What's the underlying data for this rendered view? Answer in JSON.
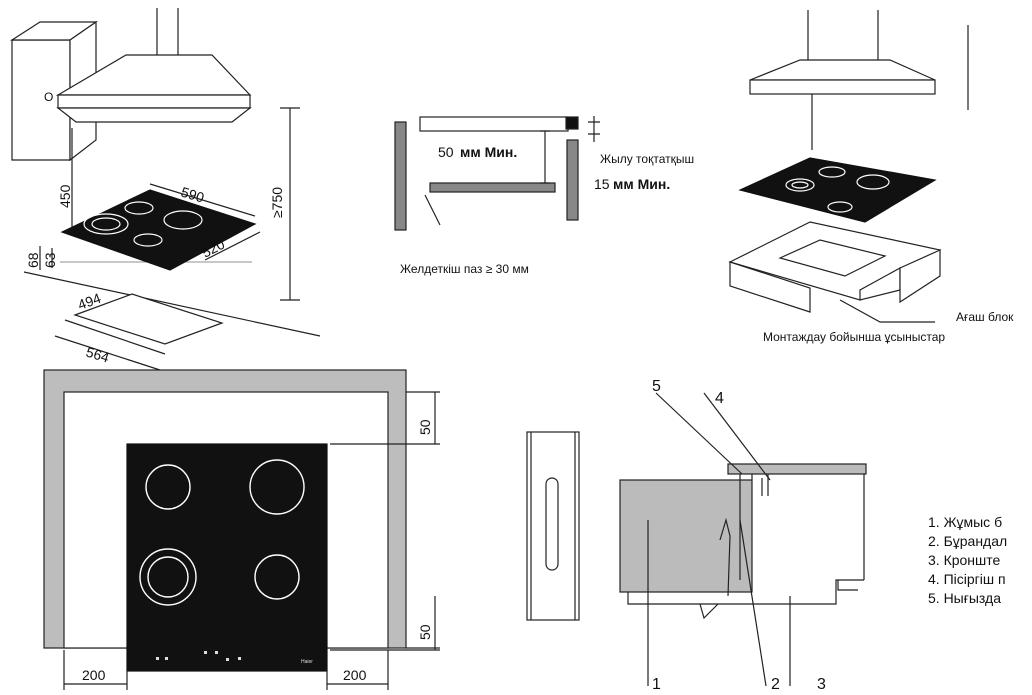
{
  "panels": {
    "hood_dims": {
      "labels": {
        "d590": "590",
        "d520": "520",
        "d450": "450",
        "d750": "≥750",
        "d68": "68",
        "d63": "63",
        "d494": "494",
        "d564": "564",
        "socket": "O"
      }
    },
    "vent_section": {
      "gap_value": "50",
      "gap_unit": "мм Мин.",
      "stopper": "Жылу тоқтатқыш",
      "clearance_value": "15",
      "clearance_unit": "мм Мин.",
      "vent_slot": "Желдеткіш паз ≥ 30 мм"
    },
    "island_install": {
      "wood_block": "Ағаш блок",
      "caption": "Монтаждау бойынша ұсыныстар"
    },
    "top_view": {
      "d_top": "50",
      "d_bottom": "50",
      "d_left": "200",
      "d_right": "200",
      "brand": "Haier"
    },
    "clamp_section": {
      "callouts": [
        "1",
        "2",
        "3",
        "4",
        "5"
      ]
    }
  },
  "legend": [
    "1. Жұмыс б",
    "2. Бұрандал",
    "3. Кронште",
    "4. Пісіргіш п",
    "5. Нығызда"
  ]
}
